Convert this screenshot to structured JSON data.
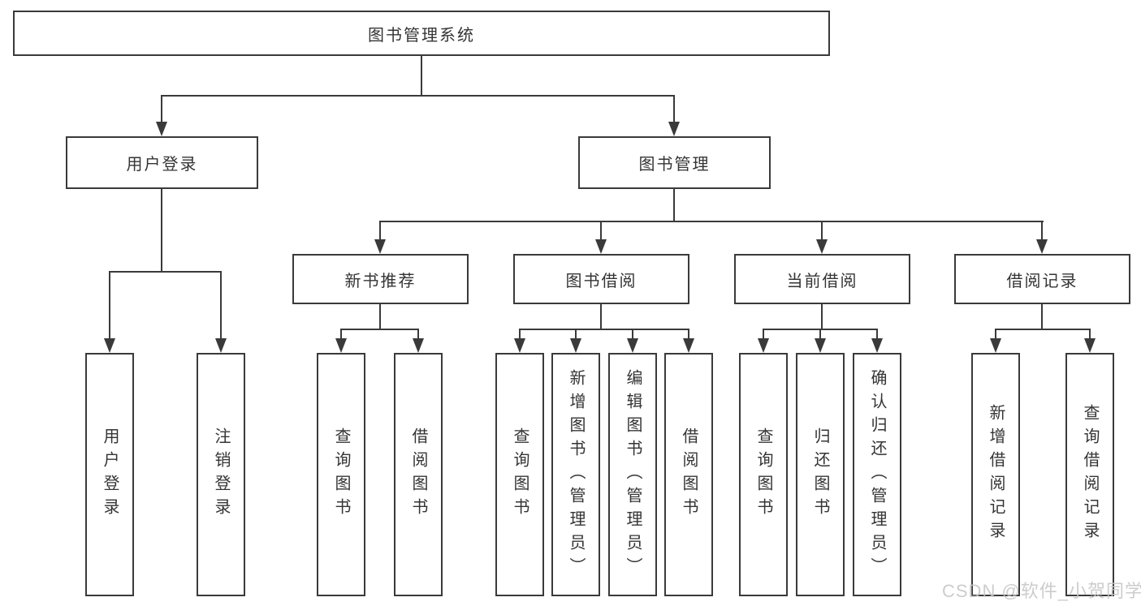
{
  "colors": {
    "line": "#3a3a3a",
    "text": "#343434",
    "box_fill": "#ffffff",
    "watermark_text": "#c6c6c6"
  },
  "diagram": {
    "root": "图书管理系统",
    "level2": {
      "user_login": "用户登录",
      "book_mgmt": "图书管理"
    },
    "level3": {
      "new_book_rec": "新书推荐",
      "book_borrow": "图书借阅",
      "current_borrow": "当前借阅",
      "borrow_records": "借阅记录"
    },
    "leaves": {
      "user_login": [
        "用户登录",
        "注销登录"
      ],
      "new_book_rec": [
        "查询图书",
        "借阅图书"
      ],
      "book_borrow": [
        "查询图书",
        "新增图书（管理员）",
        "编辑图书（管理员）",
        "借阅图书"
      ],
      "current_borrow": [
        "查询图书",
        "归还图书",
        "确认归还（管理员）"
      ],
      "borrow_records": [
        "新增借阅记录",
        "查询借阅记录"
      ]
    }
  },
  "watermark": "CSDN @软件_小贺同学"
}
